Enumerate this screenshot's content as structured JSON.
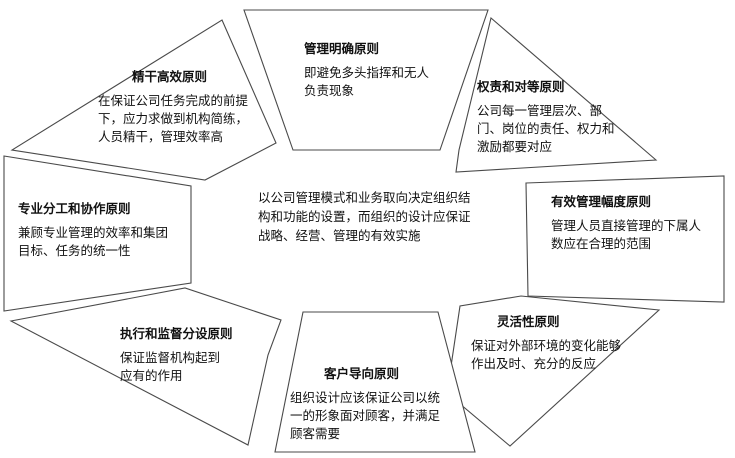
{
  "center_text": "以公司管理模式和业务取向决定组织结构和功能的设置，而组织的设计应保证战略、经营、管理的有效实施",
  "principles": [
    {
      "key": "clear",
      "title": "管理明确原则",
      "desc": "即避免多头指挥和无人负责现象"
    },
    {
      "key": "balance",
      "title": "权责和对等原则",
      "desc": "公司每一管理层次、部门、岗位的责任、权力和激励都要对应"
    },
    {
      "key": "span",
      "title": "有效管理幅度原则",
      "desc": "管理人员直接管理的下属人数应在合理的范围"
    },
    {
      "key": "flexible",
      "title": "灵活性原则",
      "desc": "保证对外部环境的变化能够作出及时、充分的反应"
    },
    {
      "key": "customer",
      "title": "客户导向原则",
      "desc": "组织设计应该保证公司以统一的形象面对顾客，并满足顾客需要"
    },
    {
      "key": "supervise",
      "title": "执行和监督分设原则",
      "desc": "保证监督机构起到应有的作用"
    },
    {
      "key": "division",
      "title": "专业分工和协作原则",
      "desc": "兼顾专业管理的效率和集团目标、任务的统一性"
    },
    {
      "key": "efficient",
      "title": "精干高效原则",
      "desc": "在保证公司任务完成的前提下，应力求做到机构简练，人员精干，管理效率高"
    }
  ]
}
